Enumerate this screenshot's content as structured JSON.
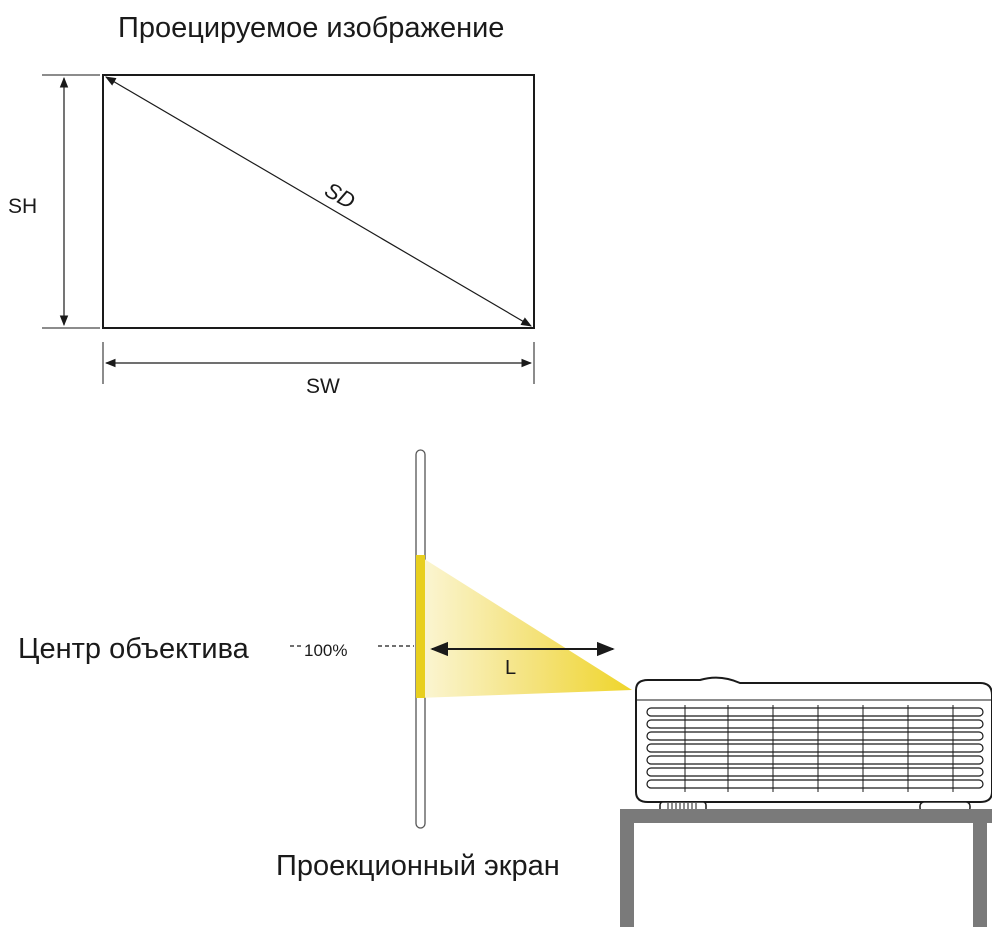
{
  "diagram": {
    "title": "Проецируемое изображение",
    "screen_height_label": "SH",
    "screen_width_label": "SW",
    "screen_diagonal_label": "SD",
    "lens_center_label": "Центр объектива",
    "offset_percent_label": "100%",
    "distance_label": "L",
    "projection_screen_label": "Проекционный экран"
  },
  "colors": {
    "line": "#1a1a1a",
    "beam": "#f2dc3a",
    "beam_edge": "#e8cf1e",
    "table": "#7a7a7a"
  }
}
